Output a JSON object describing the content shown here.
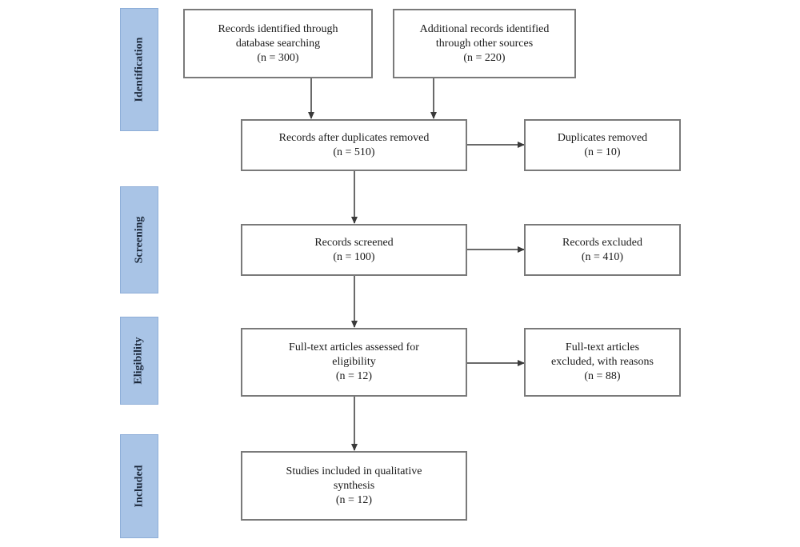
{
  "stages": [
    {
      "id": "identification",
      "label": "Identification"
    },
    {
      "id": "screening",
      "label": "Screening"
    },
    {
      "id": "eligibility",
      "label": "Eligibility"
    },
    {
      "id": "included",
      "label": "Included"
    }
  ],
  "boxes": {
    "db_search": {
      "line1": "Records identified through",
      "line2": "database searching",
      "count": "(n = 300)"
    },
    "other_sources": {
      "line1": "Additional records identified",
      "line2": "through other sources",
      "count": "(n = 220)"
    },
    "after_duplicates": {
      "line1": "Records after duplicates removed",
      "count": "(n = 510)"
    },
    "duplicates_removed": {
      "line1": "Duplicates removed",
      "count": "(n = 10)"
    },
    "screened": {
      "line1": "Records screened",
      "count": "(n = 100)"
    },
    "excluded": {
      "line1": "Records excluded",
      "count": "(n = 410)"
    },
    "fulltext_assessed": {
      "line1": "Full-text articles assessed for",
      "line2": "eligibility",
      "count": "(n = 12)"
    },
    "fulltext_excluded": {
      "line1": "Full-text articles",
      "line2": "excluded, with reasons",
      "count": "(n = 88)"
    },
    "included": {
      "line1": "Studies included in qualitative",
      "line2": "synthesis",
      "count": "(n = 12)"
    }
  }
}
